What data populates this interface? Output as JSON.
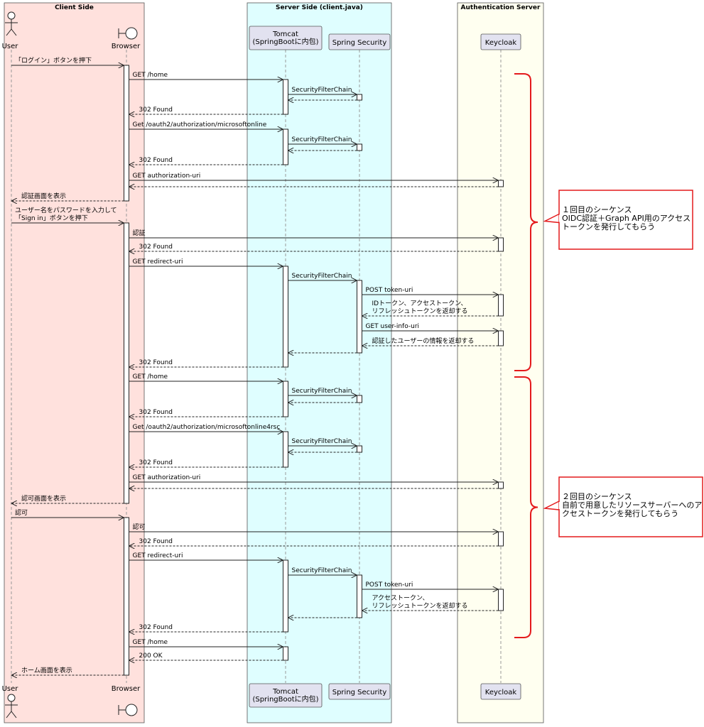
{
  "boxes": [
    {
      "id": "client",
      "title": "Client Side",
      "color": "#ffe1dd"
    },
    {
      "id": "server",
      "title": "Server Side (client.java)",
      "color": "#dffeff"
    },
    {
      "id": "auth",
      "title": "Authentication Server",
      "color": "#fffff0"
    }
  ],
  "participants": [
    {
      "id": "user",
      "label": "User",
      "kind": "actor"
    },
    {
      "id": "browser",
      "label": "Browser",
      "kind": "boundary"
    },
    {
      "id": "tomcat",
      "label": "Tomcat\n(SpringBootに内包)",
      "kind": "box"
    },
    {
      "id": "security",
      "label": "Spring Security",
      "kind": "box"
    },
    {
      "id": "keycloak",
      "label": "Keycloak",
      "kind": "box"
    }
  ],
  "messages": [
    {
      "from": "user",
      "to": "browser",
      "label": "「ログイン」ボタンを押下",
      "ret": false
    },
    {
      "from": "browser",
      "to": "tomcat",
      "label": "GET /home",
      "ret": false
    },
    {
      "from": "tomcat",
      "to": "security",
      "label": "SecurityFilterChain",
      "ret": false
    },
    {
      "from": "security",
      "to": "tomcat",
      "label": "",
      "ret": true
    },
    {
      "from": "tomcat",
      "to": "browser",
      "label": "302 Found",
      "ret": true
    },
    {
      "from": "browser",
      "to": "tomcat",
      "label": "Get /oauth2/authorization/microsoftonline",
      "ret": false
    },
    {
      "from": "tomcat",
      "to": "security",
      "label": "SecurityFilterChain",
      "ret": false
    },
    {
      "from": "security",
      "to": "tomcat",
      "label": "",
      "ret": true
    },
    {
      "from": "tomcat",
      "to": "browser",
      "label": "302 Found",
      "ret": true
    },
    {
      "from": "browser",
      "to": "keycloak",
      "label": "GET  authorization-uri",
      "ret": false
    },
    {
      "from": "keycloak",
      "to": "browser",
      "label": "",
      "ret": true
    },
    {
      "from": "browser",
      "to": "user",
      "label": "認証画面を表示",
      "ret": true
    },
    {
      "from": "user",
      "to": "browser",
      "label": "ユーザー名をパスワードを入力して\n「Sign in」ボタンを押下",
      "ret": false
    },
    {
      "from": "browser",
      "to": "keycloak",
      "label": "認証",
      "ret": false
    },
    {
      "from": "keycloak",
      "to": "browser",
      "label": "302 Found",
      "ret": true
    },
    {
      "from": "browser",
      "to": "tomcat",
      "label": "GET redirect-uri",
      "ret": false
    },
    {
      "from": "tomcat",
      "to": "security",
      "label": "SecurityFilterChain",
      "ret": false
    },
    {
      "from": "security",
      "to": "keycloak",
      "label": "POST token-uri",
      "ret": false
    },
    {
      "from": "keycloak",
      "to": "security",
      "label": "IDトークン、アクセストークン、\nリフレッシュトークンを返却する",
      "ret": true
    },
    {
      "from": "security",
      "to": "keycloak",
      "label": "GET user-info-uri",
      "ret": false
    },
    {
      "from": "keycloak",
      "to": "security",
      "label": "認証したユーザーの情報を返却する",
      "ret": true
    },
    {
      "from": "security",
      "to": "tomcat",
      "label": "",
      "ret": true
    },
    {
      "from": "tomcat",
      "to": "browser",
      "label": "302 Found",
      "ret": true
    },
    {
      "from": "browser",
      "to": "tomcat",
      "label": "GET /home",
      "ret": false
    },
    {
      "from": "tomcat",
      "to": "security",
      "label": "SecurityFilterChain",
      "ret": false
    },
    {
      "from": "security",
      "to": "tomcat",
      "label": "",
      "ret": true
    },
    {
      "from": "tomcat",
      "to": "browser",
      "label": "302 Found",
      "ret": true
    },
    {
      "from": "browser",
      "to": "tomcat",
      "label": "Get /oauth2/authorization/microsoftonline4rsc",
      "ret": false
    },
    {
      "from": "tomcat",
      "to": "security",
      "label": "SecurityFilterChain",
      "ret": false
    },
    {
      "from": "security",
      "to": "tomcat",
      "label": "",
      "ret": true
    },
    {
      "from": "tomcat",
      "to": "browser",
      "label": "302 Found",
      "ret": true
    },
    {
      "from": "browser",
      "to": "keycloak",
      "label": "GET  authorization-uri",
      "ret": false
    },
    {
      "from": "keycloak",
      "to": "browser",
      "label": "",
      "ret": true
    },
    {
      "from": "browser",
      "to": "user",
      "label": "認可画面を表示",
      "ret": true
    },
    {
      "from": "user",
      "to": "browser",
      "label": "認可",
      "ret": false
    },
    {
      "from": "browser",
      "to": "keycloak",
      "label": "認可",
      "ret": false
    },
    {
      "from": "keycloak",
      "to": "browser",
      "label": "302 Found",
      "ret": true
    },
    {
      "from": "browser",
      "to": "tomcat",
      "label": "GET redirect-uri",
      "ret": false
    },
    {
      "from": "tomcat",
      "to": "security",
      "label": "SecurityFilterChain",
      "ret": false
    },
    {
      "from": "security",
      "to": "keycloak",
      "label": "POST token-uri",
      "ret": false
    },
    {
      "from": "keycloak",
      "to": "security",
      "label": "アクセストークン、\nリフレッシュトークンを返却する",
      "ret": true
    },
    {
      "from": "security",
      "to": "tomcat",
      "label": "",
      "ret": true
    },
    {
      "from": "tomcat",
      "to": "browser",
      "label": "302 Found",
      "ret": true
    },
    {
      "from": "browser",
      "to": "tomcat",
      "label": "GET /home",
      "ret": false
    },
    {
      "from": "tomcat",
      "to": "browser",
      "label": "200 OK",
      "ret": true
    },
    {
      "from": "browser",
      "to": "user",
      "label": "ホーム画面を表示",
      "ret": true
    }
  ],
  "notes": [
    {
      "text": "１回目のシーケンス\nOIDC認証＋Graph API用のアクセス\nトークンを発行してもらう"
    },
    {
      "text": "２回目のシーケンス\n自前で用意したリソースサーバーへのア\nクセストークンを発行してもらう"
    }
  ]
}
